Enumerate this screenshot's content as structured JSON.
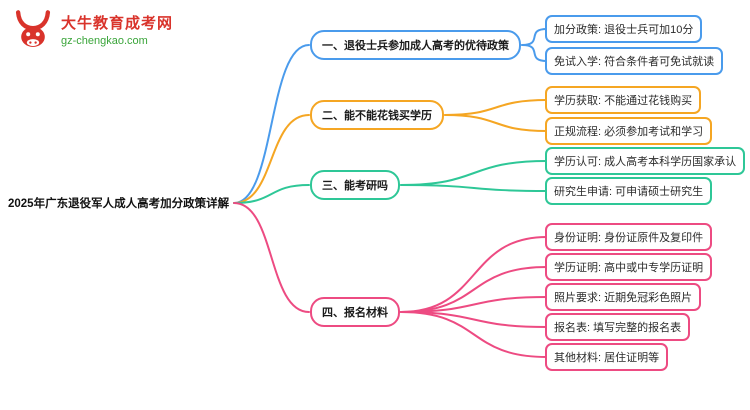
{
  "site": {
    "logo_title": "大牛教育成考网",
    "logo_domain": "gz-chengkao.com",
    "brand_red": "#d9332b",
    "brand_green": "#3aa53a"
  },
  "mindmap": {
    "root": "2025年广东退役军人成人高考加分政策详解",
    "branches": [
      {
        "label": "一、退役士兵参加成人高考的优待政策",
        "color": "#4a9bec",
        "leaves": [
          "加分政策: 退役士兵可加10分",
          "免试入学: 符合条件者可免试就读"
        ]
      },
      {
        "label": "二、能不能花钱买学历",
        "color": "#f5a623",
        "leaves": [
          "学历获取: 不能通过花钱购买",
          "正规流程: 必须参加考试和学习"
        ]
      },
      {
        "label": "三、能考研吗",
        "color": "#2ec797",
        "leaves": [
          "学历认可: 成人高考本科学历国家承认",
          "研究生申请: 可申请硕士研究生"
        ]
      },
      {
        "label": "四、报名材料",
        "color": "#ed4b82",
        "leaves": [
          "身份证明: 身份证原件及复印件",
          "学历证明: 高中或中专学历证明",
          "照片要求: 近期免冠彩色照片",
          "报名表: 填写完整的报名表",
          "其他材料: 居住证明等"
        ]
      }
    ]
  }
}
